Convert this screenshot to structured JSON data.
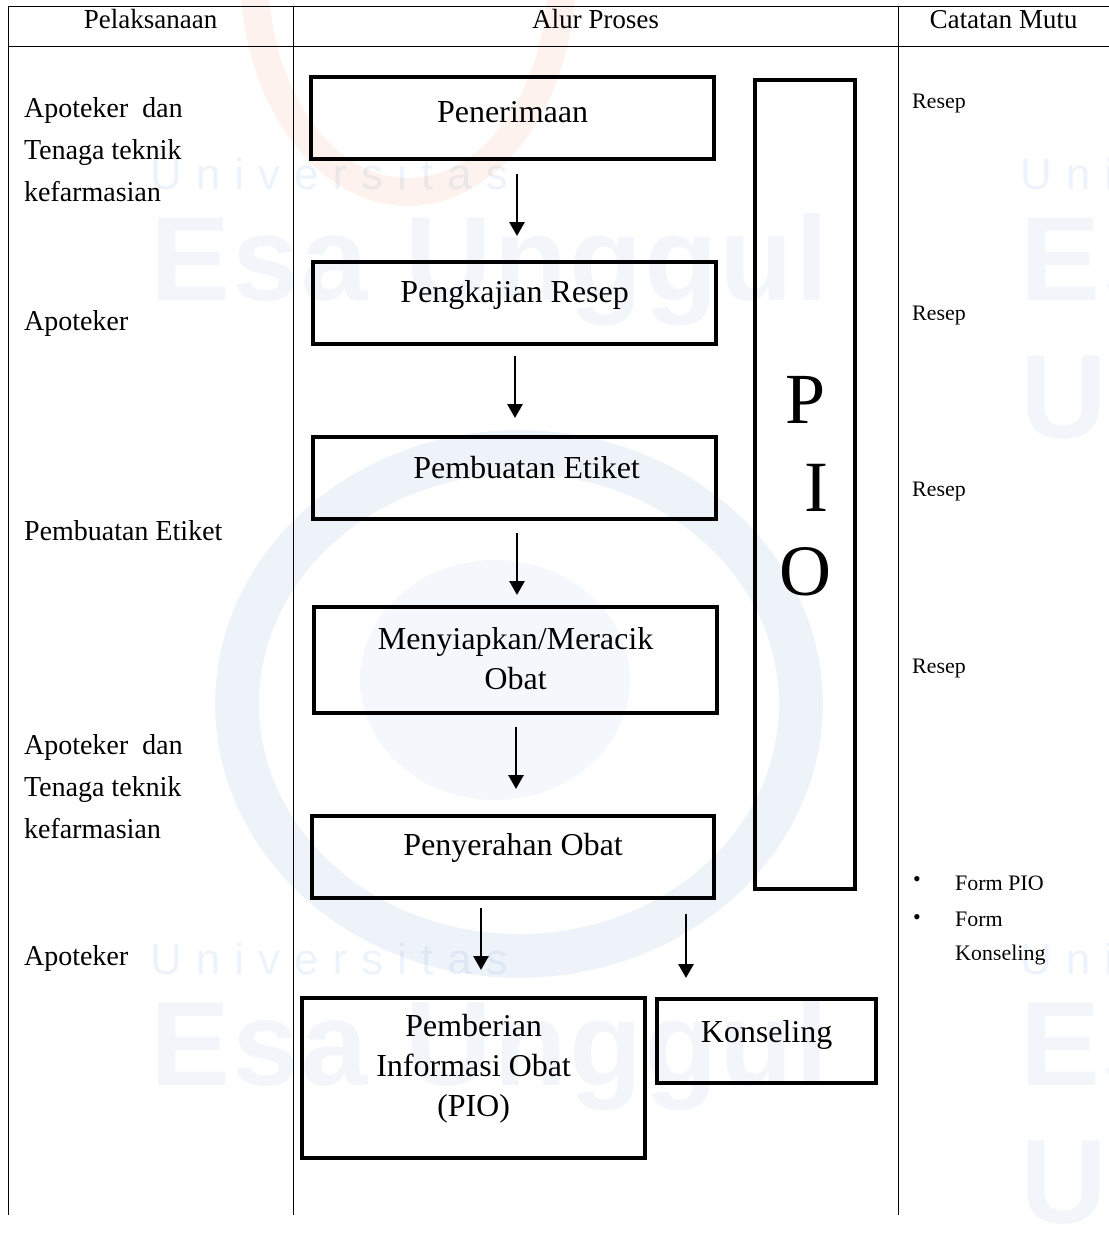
{
  "watermark": {
    "word_small": "Universitas",
    "word_big": "Esa Unggul",
    "color": "#5b8fd0"
  },
  "headers": {
    "col1": "Pelaksanaan",
    "col2": "Alur Proses",
    "col3": "Catatan Mutu"
  },
  "pelaksanaan": [
    [
      "Apoteker  dan",
      "Tenaga teknik",
      "kefarmasian"
    ],
    [
      "Apoteker"
    ],
    [
      "Pembuatan Etiket"
    ],
    [
      "Apoteker  dan",
      "Tenaga teknik",
      "kefarmasian"
    ],
    [
      "Apoteker"
    ]
  ],
  "steps": [
    [
      "Penerimaan"
    ],
    [
      "Pengkajian Resep"
    ],
    [
      "Pembuatan Etiket"
    ],
    [
      "Menyiapkan/Meracik",
      "Obat"
    ],
    [
      "Penyerahan Obat"
    ],
    [
      "Pemberian",
      "Informasi Obat",
      "(PIO)"
    ],
    [
      "Konseling"
    ]
  ],
  "pio_letters": [
    "P",
    "I",
    "O"
  ],
  "catatan": [
    "Resep",
    "Resep",
    "Resep",
    "Resep"
  ],
  "catatan_bullets": [
    [
      "Form PIO"
    ],
    [
      "Form",
      "Konseling"
    ]
  ]
}
